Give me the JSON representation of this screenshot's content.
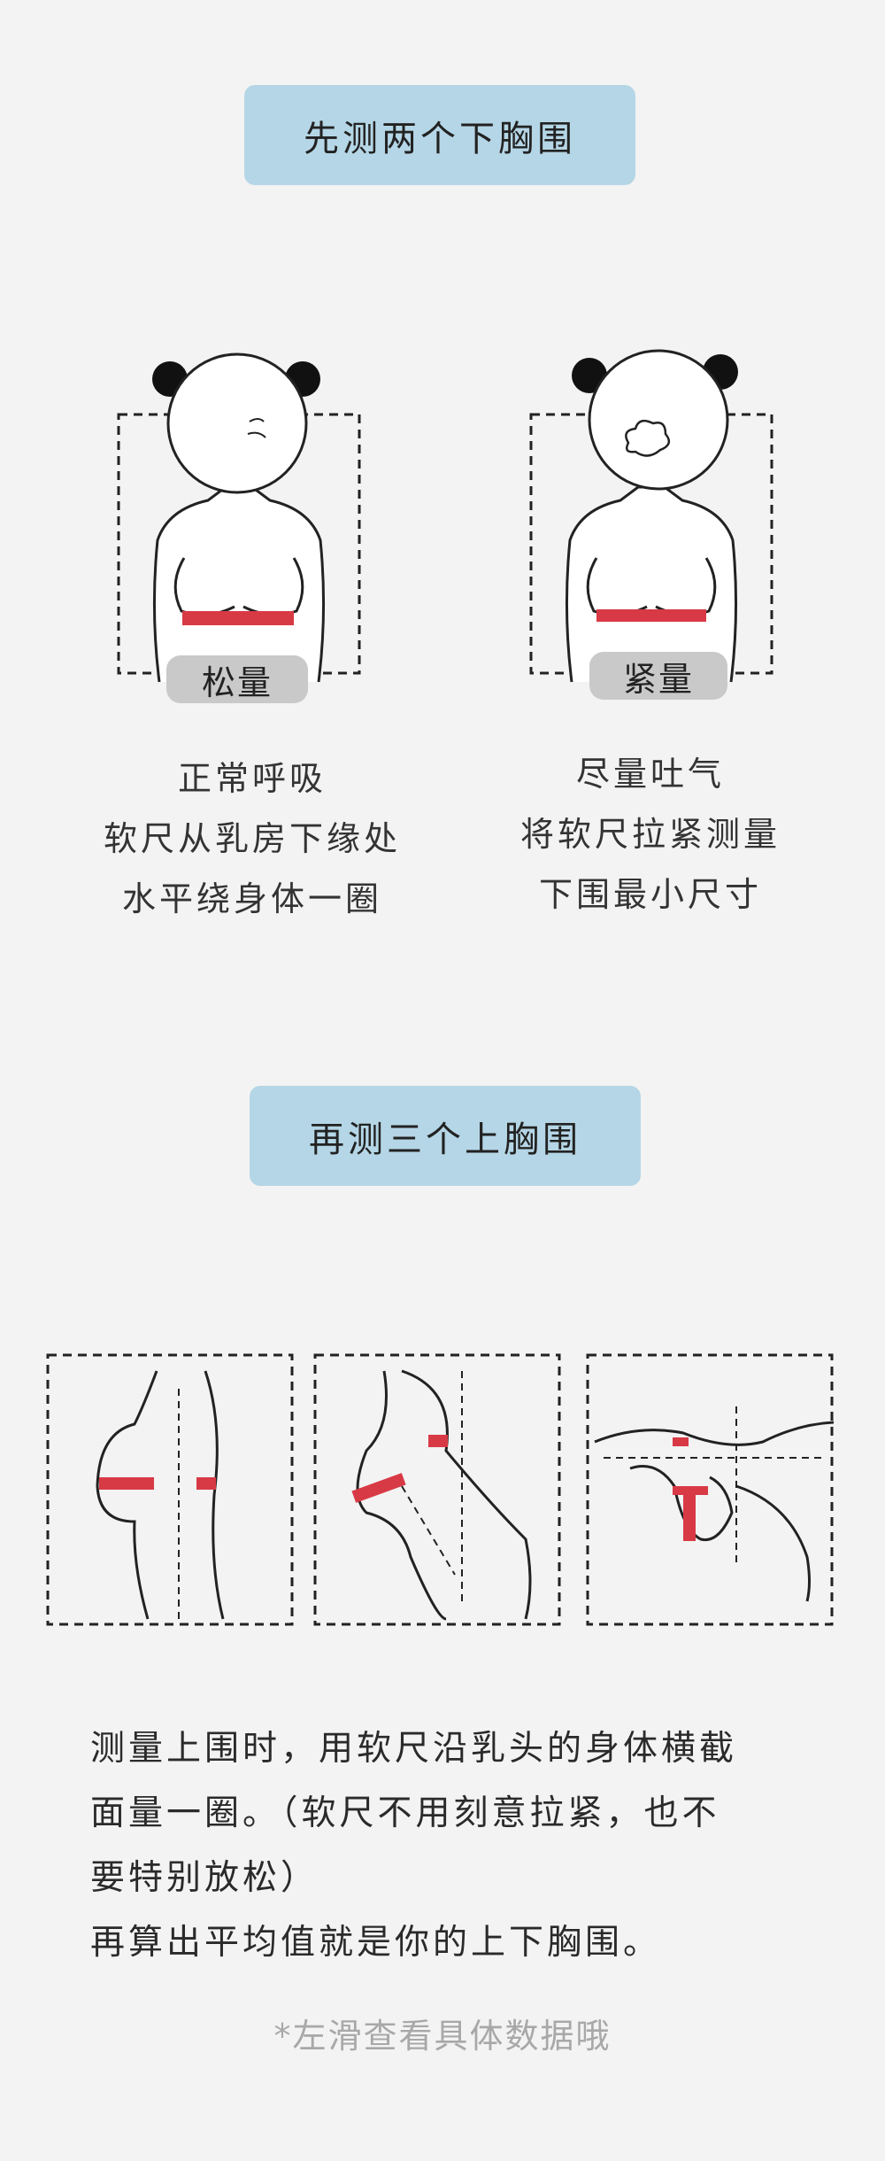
{
  "section1": {
    "title": "先测两个下胸围",
    "left": {
      "tag": "松量",
      "lines": [
        "正常呼吸",
        "软尺从乳房下缘处",
        "水平绕身体一圈"
      ]
    },
    "right": {
      "tag": "紧量",
      "lines": [
        "尽量吐气",
        "将软尺拉紧测量",
        "下围最小尺寸"
      ]
    }
  },
  "section2": {
    "title": "再测三个上胸围",
    "para_lines": [
      "测量上围时，用软尺沿乳头的身体横截",
      "面量一圈。（软尺不用刻意拉紧，也不",
      "要特别放松）",
      "再算出平均值就是你的上下胸围。"
    ],
    "footnote": "*左滑查看具体数据哦"
  },
  "colors": {
    "pill": "#b5d6e6",
    "band": "#d83a45",
    "tag": "#c9c9c9",
    "background": "#f3f3f3"
  }
}
